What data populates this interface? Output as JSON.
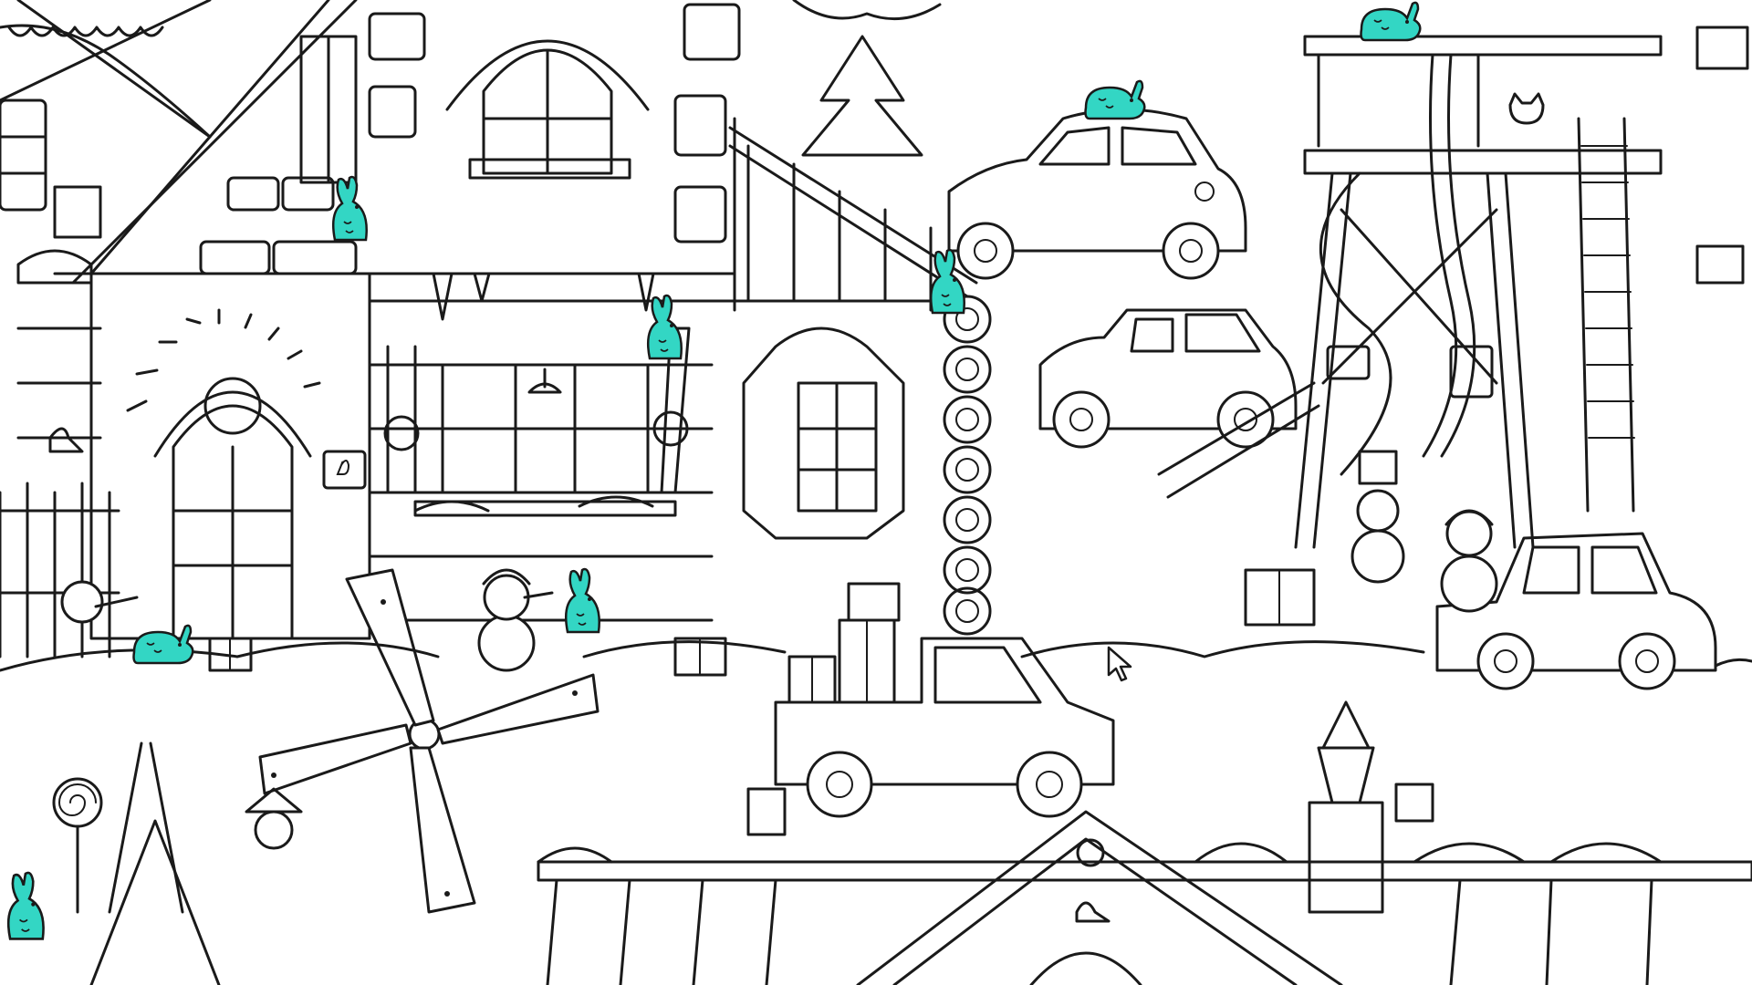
{
  "game": {
    "type": "hidden-object-coloring",
    "target_object": "bunny",
    "found_color": "#33d6c4",
    "line_color": "#1a1a1a",
    "background_color": "#ffffff"
  },
  "found_bunnies": [
    {
      "id": "bunny-roof-car",
      "pose": "lying"
    },
    {
      "id": "bunny-tower-top",
      "pose": "lying"
    },
    {
      "id": "bunny-house-wall",
      "pose": "sitting"
    },
    {
      "id": "bunny-post",
      "pose": "sitting"
    },
    {
      "id": "bunny-stairs",
      "pose": "sitting"
    },
    {
      "id": "bunny-snowman-side",
      "pose": "sitting"
    },
    {
      "id": "bunny-gifts-left",
      "pose": "lying"
    },
    {
      "id": "bunny-bottom-left",
      "pose": "sitting"
    }
  ],
  "cursor": {
    "icon": "arrow-cursor-icon"
  }
}
